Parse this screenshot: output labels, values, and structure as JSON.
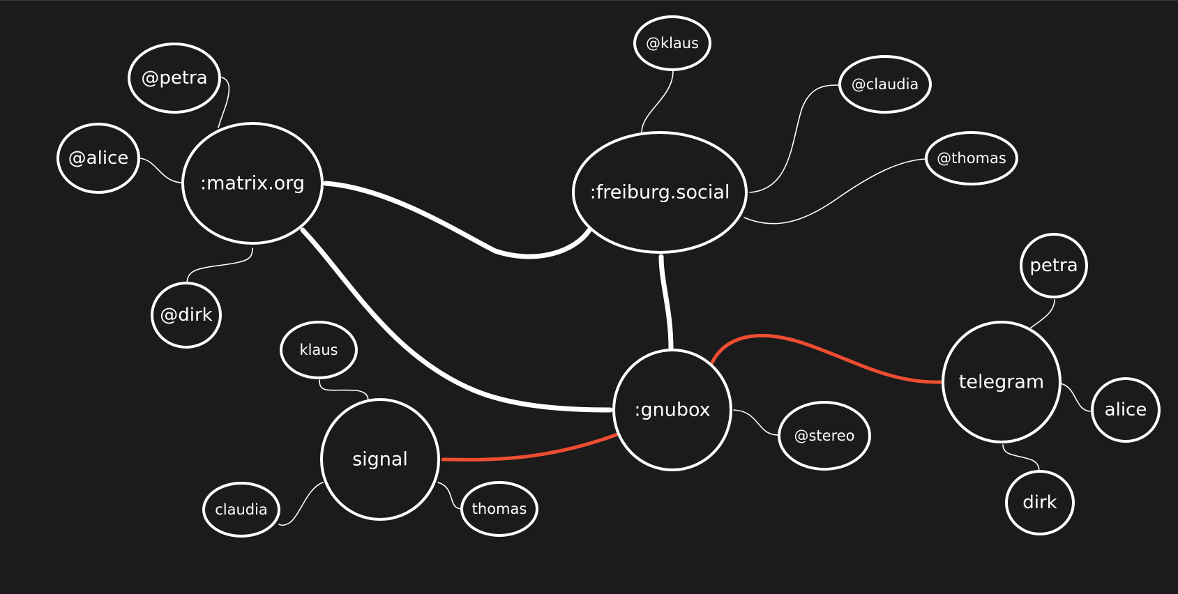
{
  "colors": {
    "background": "#1b1b1b",
    "stroke": "#ffffff",
    "bridge_link": "#ee4d31"
  },
  "nodes": {
    "matrix": ":matrix.org",
    "freiburg": ":freiburg.social",
    "gnubox": ":gnubox",
    "signal": "signal",
    "telegram": "telegram",
    "matrix_petra": "@petra",
    "matrix_alice": "@alice",
    "matrix_dirk": "@dirk",
    "freiburg_klaus": "@klaus",
    "freiburg_claudia": "@claudia",
    "freiburg_thomas": "@thomas",
    "gnubox_stereo": "@stereo",
    "signal_klaus": "klaus",
    "signal_claudia": "claudia",
    "signal_thomas": "thomas",
    "telegram_petra": "petra",
    "telegram_alice": "alice",
    "telegram_dirk": "dirk"
  },
  "edges": [
    {
      "from": "matrix",
      "to": "freiburg",
      "kind": "federation"
    },
    {
      "from": "matrix",
      "to": "gnubox",
      "kind": "federation"
    },
    {
      "from": "freiburg",
      "to": "gnubox",
      "kind": "federation"
    },
    {
      "from": "gnubox",
      "to": "telegram",
      "kind": "bridge"
    },
    {
      "from": "gnubox",
      "to": "signal",
      "kind": "bridge"
    },
    {
      "from": "matrix",
      "to": "matrix_petra",
      "kind": "user"
    },
    {
      "from": "matrix",
      "to": "matrix_alice",
      "kind": "user"
    },
    {
      "from": "matrix",
      "to": "matrix_dirk",
      "kind": "user"
    },
    {
      "from": "freiburg",
      "to": "freiburg_klaus",
      "kind": "user"
    },
    {
      "from": "freiburg",
      "to": "freiburg_claudia",
      "kind": "user"
    },
    {
      "from": "freiburg",
      "to": "freiburg_thomas",
      "kind": "user"
    },
    {
      "from": "gnubox",
      "to": "gnubox_stereo",
      "kind": "user"
    },
    {
      "from": "signal",
      "to": "signal_klaus",
      "kind": "user"
    },
    {
      "from": "signal",
      "to": "signal_claudia",
      "kind": "user"
    },
    {
      "from": "signal",
      "to": "signal_thomas",
      "kind": "user"
    },
    {
      "from": "telegram",
      "to": "telegram_petra",
      "kind": "user"
    },
    {
      "from": "telegram",
      "to": "telegram_alice",
      "kind": "user"
    },
    {
      "from": "telegram",
      "to": "telegram_dirk",
      "kind": "user"
    }
  ]
}
